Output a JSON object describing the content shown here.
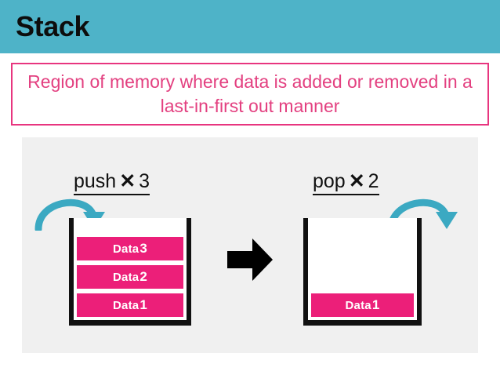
{
  "header": {
    "title": "Stack",
    "band_color": "#4eb3c8"
  },
  "definition": {
    "text": "Region of memory where data is added or removed in a last-in-first out manner",
    "border_color": "#e8357f",
    "text_color": "#e34080"
  },
  "panel": {
    "background_color": "#f0f0f0"
  },
  "operations": [
    {
      "id": "push",
      "verb": "push",
      "times_symbol": "✕",
      "count": "3",
      "arrow_direction": "into-stack",
      "arrow_color": "#3ba9c2"
    },
    {
      "id": "pop",
      "verb": "pop",
      "times_symbol": "✕",
      "count": "2",
      "arrow_direction": "out-of-stack",
      "arrow_color": "#3ba9c2"
    }
  ],
  "stacks": [
    {
      "id": "before",
      "blocks": [
        {
          "label": "Data",
          "number": "3"
        },
        {
          "label": "Data",
          "number": "2"
        },
        {
          "label": "Data",
          "number": "1"
        }
      ],
      "block_color": "#ec1f79",
      "wall_color": "#111111"
    },
    {
      "id": "after",
      "blocks": [
        {
          "label": "Data",
          "number": "1"
        }
      ],
      "block_color": "#ec1f79",
      "wall_color": "#111111"
    }
  ],
  "transition": {
    "icon": "right-arrow",
    "color": "#000000"
  }
}
